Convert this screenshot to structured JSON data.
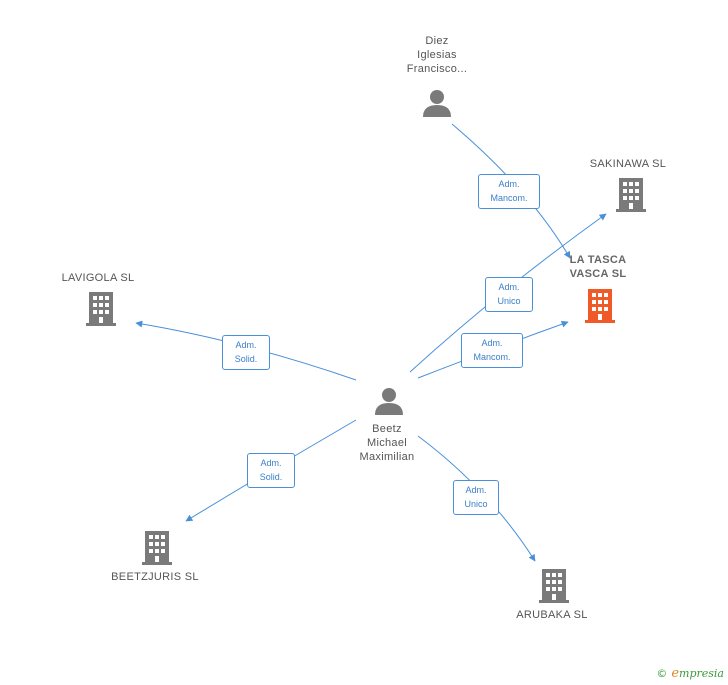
{
  "nodes": {
    "diez": {
      "lines": [
        "Diez",
        "Iglesias",
        "Francisco..."
      ],
      "icon": "person-icon"
    },
    "beetz": {
      "lines": [
        "Beetz",
        "Michael",
        "Maximilian"
      ],
      "icon": "person-icon"
    },
    "sakinawa": {
      "lines": [
        "SAKINAWA SL"
      ],
      "icon": "building-icon"
    },
    "latasca": {
      "lines": [
        "LA TASCA",
        "VASCA SL"
      ],
      "icon": "building-icon"
    },
    "lavigola": {
      "lines": [
        "LAVIGOLA SL"
      ],
      "icon": "building-icon"
    },
    "beetzjuris": {
      "lines": [
        "BEETZJURIS SL"
      ],
      "icon": "building-icon"
    },
    "arubaka": {
      "lines": [
        "ARUBAKA  SL"
      ],
      "icon": "building-icon"
    }
  },
  "edges": {
    "diez_latasca": [
      "Adm.",
      "Mancom."
    ],
    "beetz_sakinawa": [
      "Adm.",
      "Unico"
    ],
    "beetz_latasca": [
      "Adm.",
      "Mancom."
    ],
    "beetz_lavigola": [
      "Adm.",
      "Solid."
    ],
    "beetz_beetzjuris": [
      "Adm.",
      "Solid."
    ],
    "beetz_arubaka": [
      "Adm.",
      "Unico"
    ]
  },
  "colors": {
    "edge": "#4a90d9",
    "icon": "#7a7a7a",
    "highlight": "#f05a28"
  },
  "footer": {
    "copyright": "©",
    "brand_initial": "e",
    "brand_rest": "mpresia"
  }
}
